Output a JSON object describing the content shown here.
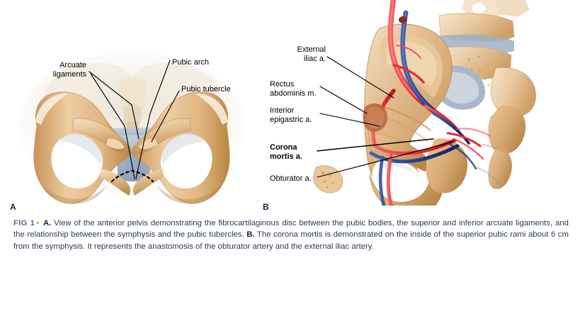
{
  "figure": {
    "panels": [
      {
        "letter": "A"
      },
      {
        "letter": "B"
      }
    ],
    "caption": {
      "fig_tag": "FIG 1",
      "bullet": "•",
      "panel_a_marker": "A.",
      "panel_a_text": " View of the anterior pelvis demonstrating the fibrocartilaginous disc between the pubic bodies, the superior and inferior arcuate ligaments, and the relationship between the symphysis and the pubic tubercles. ",
      "panel_b_marker": "B.",
      "panel_b_text": " The corona mortis is demonstrated on the inside of the superior pubic rami about 6 cm from the symphysis. It represents the anastomosis of the obturator artery and the external iliac artery."
    }
  },
  "panel_a": {
    "title": "anterior-pelvis-view",
    "annotations": [
      {
        "id": "arcuate",
        "label": "Arcuate\nligaments"
      },
      {
        "id": "pubic_arch",
        "label": "Pubic arch"
      },
      {
        "id": "pubic_tub",
        "label": "Pubic tubercle"
      }
    ]
  },
  "panel_b": {
    "title": "corona-mortis-view",
    "annotations": [
      {
        "id": "ext_iliac",
        "label": "External\niliac a."
      },
      {
        "id": "rectus",
        "label": "Rectus\nabdominis m."
      },
      {
        "id": "inf_epi",
        "label": "Interior\nepigastric a."
      },
      {
        "id": "corona",
        "label": "Corona\nmortis a.",
        "bold": true
      },
      {
        "id": "obturator",
        "label": "Obturator a."
      }
    ]
  },
  "colors": {
    "bone_light": "#f3e0c6",
    "bone_mid": "#e3bc8c",
    "bone_dark": "#cf9b5d",
    "bone_shadow": "#b07f46",
    "cartilage": "#a9b7c9",
    "cartilage_dark": "#8b9bb0",
    "artery": "#e12b33",
    "artery_light": "#f0555c",
    "vein": "#1f3b84",
    "vein_light": "#38539b",
    "leader": "#000000",
    "caption_text": "#2b3b55",
    "fig_tag": "#5a6b84",
    "fig_bullet": "#e8941f",
    "background": "#ffffff"
  }
}
